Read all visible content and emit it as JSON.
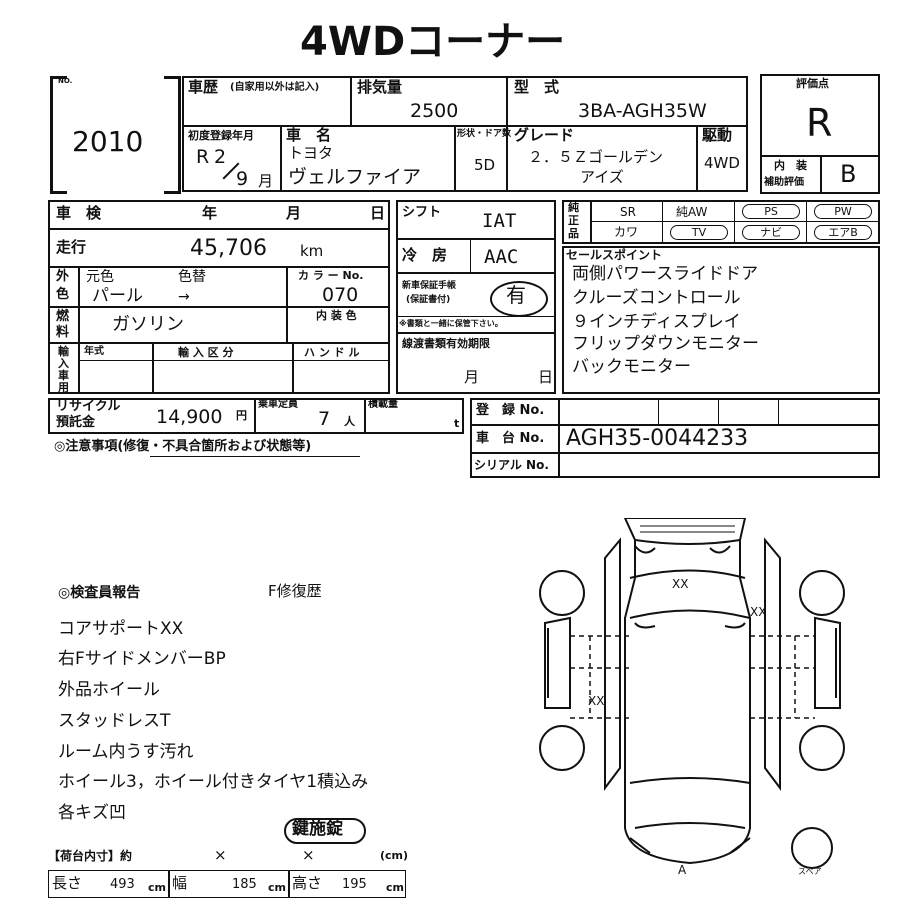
{
  "title": "4WDコーナー",
  "lot": {
    "label": "NO.",
    "value": "2010"
  },
  "history": {
    "label": "車歴",
    "note": "(自家用以外は記入)"
  },
  "displacement": {
    "label": "排気量",
    "value": "2500"
  },
  "model_code": {
    "label": "型　式",
    "value": "3BA-AGH35W"
  },
  "score": {
    "label": "評価点",
    "value": "R"
  },
  "first_reg": {
    "label": "初度登録年月",
    "era": "R",
    "year": "2",
    "month": "9",
    "month_unit": "月"
  },
  "car_name": {
    "label": "車　名",
    "maker": "トヨタ",
    "name": "ヴェルファイア"
  },
  "shape": {
    "label": "形状・ドア数",
    "value": "5D"
  },
  "grade": {
    "label": "グレード",
    "line1": "２．５Ｚゴールデン",
    "line2": "アイズ"
  },
  "drive": {
    "label": "駆動",
    "value": "4WD"
  },
  "interior_grade": {
    "label1": "内　装",
    "label2": "補助評価",
    "value": "B"
  },
  "inspection": {
    "label": "車　検",
    "year": "年",
    "month": "月",
    "day": "日"
  },
  "mileage": {
    "label": "走行",
    "value": "45,706",
    "unit": "km"
  },
  "color": {
    "side1": "外",
    "side2": "色",
    "orig_label": "元色",
    "change_label": "色替",
    "orig": "パール",
    "arrow": "→",
    "code_label": "カ ラ ー No.",
    "code": "070",
    "int_label": "内 装 色"
  },
  "fuel": {
    "side1": "燃",
    "side2": "料",
    "value": "ガソリン"
  },
  "import": {
    "side1": "輸",
    "side2": "入",
    "side3": "車",
    "side4": "用",
    "year_label": "年式",
    "type_label": "輸 入 区 分",
    "handle_label": "ハ ン ド ル"
  },
  "shift": {
    "label": "シフト",
    "value": "IAT"
  },
  "aircon": {
    "label": "冷　房",
    "value": "AAC"
  },
  "manual": {
    "label1": "新車保証手帳",
    "label2": "(保証書付)",
    "value": "有",
    "note": "※書類と一緒に保管下さい。"
  },
  "tax": {
    "label": "線渡書類有効期限",
    "month": "月",
    "day": "日"
  },
  "equipment": {
    "side1": "純",
    "side2": "正",
    "side3": "品",
    "sr": "SR",
    "aw": "純AW",
    "ps": "PS",
    "pw": "PW",
    "leather": "カワ",
    "tv": "TV",
    "navi": "ナビ",
    "airbag": "エアB"
  },
  "sales_points": {
    "label": "セールスポイント",
    "items": [
      "両側パワースライドドア",
      "クルーズコントロール",
      "９インチディスプレイ",
      "フリップダウンモニター",
      "バックモニター"
    ]
  },
  "recycle": {
    "label1": "リサイクル",
    "label2": "預託金",
    "value": "14,900",
    "unit": "円",
    "cap_label": "乗車定員",
    "cap": "7",
    "cap_unit": "人",
    "load_label": "積載量",
    "load_unit": "t"
  },
  "registration": {
    "label": "登　録 No.",
    "chassis_label": "車　台 No.",
    "chassis": "AGH35-0044233",
    "serial_label": "シリアル No."
  },
  "notice": "◎注意事項(修復・不具合箇所および状態等)",
  "report": {
    "label": "◎検査員報告",
    "flag": "F修復歴",
    "items": [
      "コアサポートXX",
      "右FサイドメンバーBP",
      "外品ホイール",
      "スタッドレスT",
      "ルーム内うす汚れ",
      "ホイール3，ホイール付きタイヤ1積込み",
      "各キズ凹"
    ]
  },
  "key_stamp": "鍵施錠",
  "cargo": {
    "label": "【荷台内寸】約",
    "x1": "×",
    "x2": "×",
    "unit": "(cm)",
    "len_label": "長さ",
    "len": "493",
    "wid_label": "幅",
    "wid": "185",
    "hgt_label": "高さ",
    "hgt": "195",
    "cm": "cm"
  },
  "diagram": {
    "front_mark": "XX",
    "side_mark": "XX",
    "body_mark": "XX",
    "rear_label": "A",
    "spare_label": "スペア"
  }
}
